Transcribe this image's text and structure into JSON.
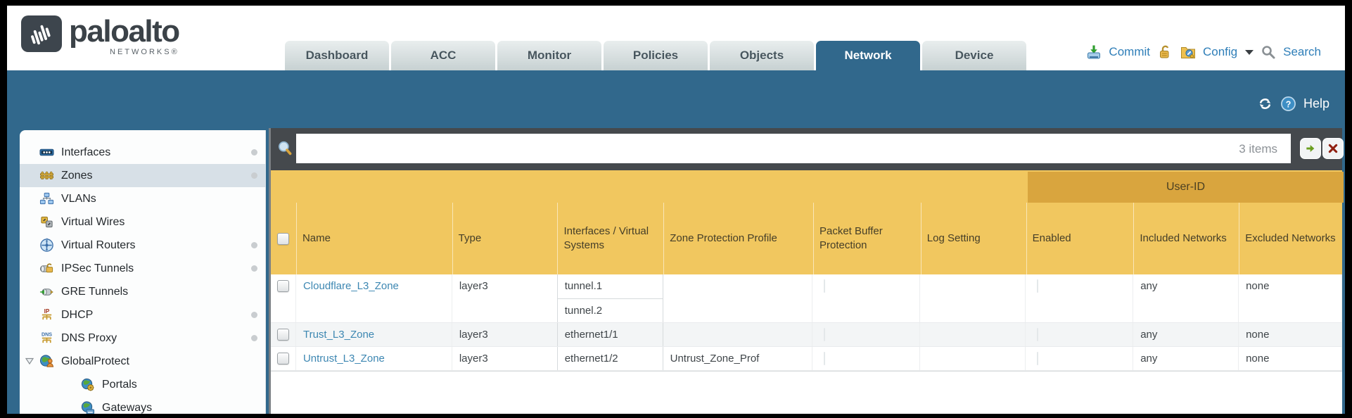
{
  "branding": {
    "name": "paloalto",
    "sub": "NETWORKS®"
  },
  "nav": {
    "tabs": [
      {
        "label": "Dashboard",
        "active": false
      },
      {
        "label": "ACC",
        "active": false
      },
      {
        "label": "Monitor",
        "active": false
      },
      {
        "label": "Policies",
        "active": false
      },
      {
        "label": "Objects",
        "active": false
      },
      {
        "label": "Network",
        "active": true
      },
      {
        "label": "Device",
        "active": false
      }
    ],
    "commit": "Commit",
    "config": "Config",
    "search": "Search"
  },
  "band": {
    "help": "Help"
  },
  "sidebar": {
    "items": [
      {
        "label": "Interfaces",
        "icon": "interfaces-icon",
        "dot": true,
        "selected": false,
        "indent": 0
      },
      {
        "label": "Zones",
        "icon": "zones-icon",
        "dot": true,
        "selected": true,
        "indent": 0
      },
      {
        "label": "VLANs",
        "icon": "vlans-icon",
        "dot": false,
        "selected": false,
        "indent": 0
      },
      {
        "label": "Virtual Wires",
        "icon": "virtual-wires-icon",
        "dot": false,
        "selected": false,
        "indent": 0
      },
      {
        "label": "Virtual Routers",
        "icon": "virtual-routers-icon",
        "dot": true,
        "selected": false,
        "indent": 0
      },
      {
        "label": "IPSec Tunnels",
        "icon": "ipsec-tunnels-icon",
        "dot": true,
        "selected": false,
        "indent": 0
      },
      {
        "label": "GRE Tunnels",
        "icon": "gre-tunnels-icon",
        "dot": false,
        "selected": false,
        "indent": 0
      },
      {
        "label": "DHCP",
        "icon": "dhcp-icon",
        "dot": true,
        "selected": false,
        "indent": 0
      },
      {
        "label": "DNS Proxy",
        "icon": "dns-proxy-icon",
        "dot": true,
        "selected": false,
        "indent": 0
      },
      {
        "label": "GlobalProtect",
        "icon": "globalprotect-icon",
        "dot": false,
        "selected": false,
        "indent": 0,
        "expander": true
      },
      {
        "label": "Portals",
        "icon": "portals-icon",
        "dot": false,
        "selected": false,
        "indent": 1
      },
      {
        "label": "Gateways",
        "icon": "gateways-icon",
        "dot": false,
        "selected": false,
        "indent": 1
      }
    ]
  },
  "filter": {
    "value": "",
    "placeholder": "",
    "count": "3 items"
  },
  "table": {
    "group": "User-ID",
    "columns": [
      "Name",
      "Type",
      "Interfaces / Virtual Systems",
      "Zone Protection Profile",
      "Packet Buffer Protection",
      "Log Setting",
      "Enabled",
      "Included Networks",
      "Excluded Networks"
    ],
    "rows": [
      {
        "name": "Cloudflare_L3_Zone",
        "type": "layer3",
        "interfaces": [
          "tunnel.1",
          "tunnel.2"
        ],
        "zone_protection_profile": "",
        "log_setting": "",
        "included_networks": "any",
        "excluded_networks": "none"
      },
      {
        "name": "Trust_L3_Zone",
        "type": "layer3",
        "interfaces": [
          "ethernet1/1"
        ],
        "zone_protection_profile": "",
        "log_setting": "",
        "included_networks": "any",
        "excluded_networks": "none"
      },
      {
        "name": "Untrust_L3_Zone",
        "type": "layer3",
        "interfaces": [
          "ethernet1/2"
        ],
        "zone_protection_profile": "Untrust_Zone_Prof",
        "log_setting": "",
        "included_networks": "any",
        "excluded_networks": "none"
      }
    ]
  },
  "colors": {
    "teal": "#31688c",
    "header_amber": "#f1c75f",
    "userid_band": "#d9a53e",
    "link": "#3d87b2",
    "strip": "#45494d",
    "selected_row": "#d7e0e7"
  }
}
